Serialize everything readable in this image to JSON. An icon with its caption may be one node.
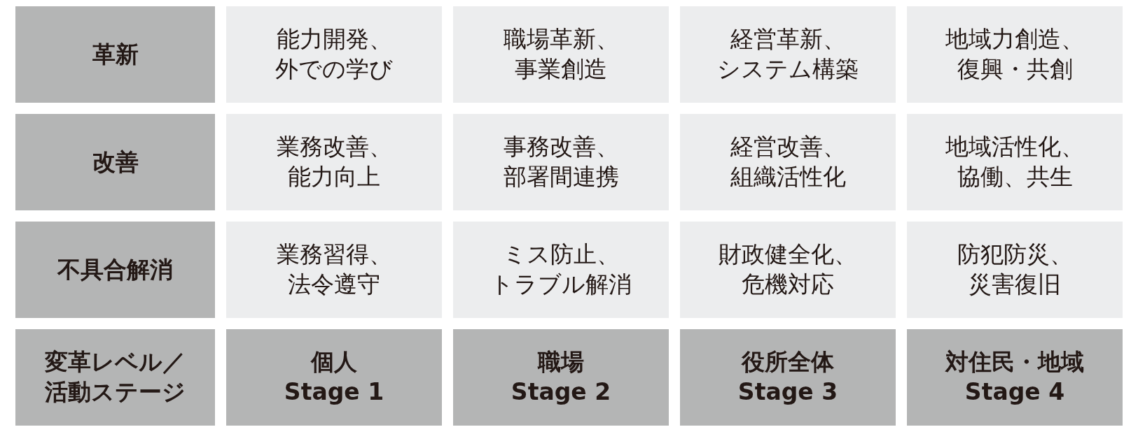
{
  "diagram": {
    "labels": [
      "革新",
      "能力開発、外での学び",
      "職場革新、事業創造",
      "経営革新、システム構築",
      "地域力創造、復興・共創",
      "改善",
      "業務改善、能力向上",
      "事務改善、部署間連携",
      "経営改善、組織活性化",
      "地域活性化、協働、共生",
      "不具合解消",
      "業務習得、法令遵守",
      "ミス防止、トラブル解消",
      "財政健全化、危機対応",
      "防犯防災、災害復旧",
      "変革レベル／活動ステージ",
      "個人 Stage 1",
      "職場 Stage 2",
      "役所全体 Stage 3",
      "対住民・地域 Stage 4"
    ]
  }
}
